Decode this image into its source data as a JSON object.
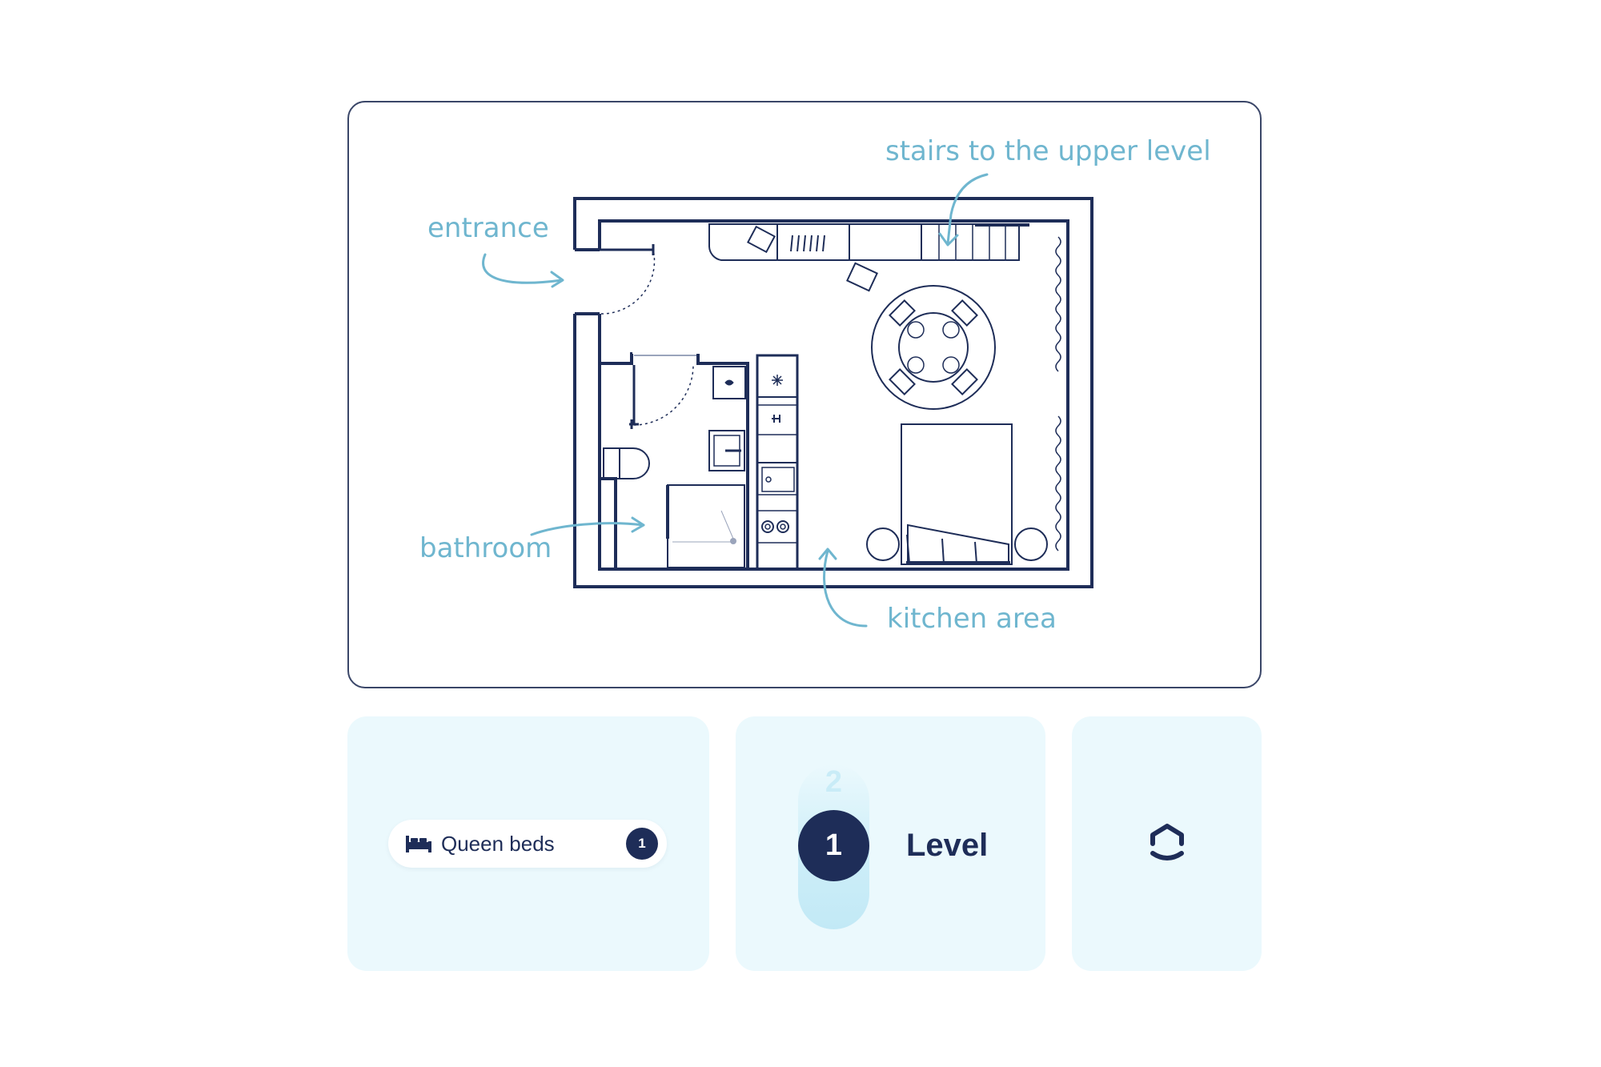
{
  "floor_plan": {
    "annotations": {
      "stairs": "stairs to the upper level",
      "entrance": "entrance",
      "bathroom": "bathroom",
      "kitchen": "kitchen area"
    }
  },
  "beds": {
    "icon": "bed-icon",
    "label": "Queen beds",
    "count": "1"
  },
  "level": {
    "upper": "2",
    "current": "1",
    "label": "Level"
  },
  "logo": {
    "icon": "home-logo-icon"
  },
  "colors": {
    "navy": "#1e2d58",
    "annotation_blue": "#6fb6cf",
    "tile_bg": "#ebf9fd"
  }
}
